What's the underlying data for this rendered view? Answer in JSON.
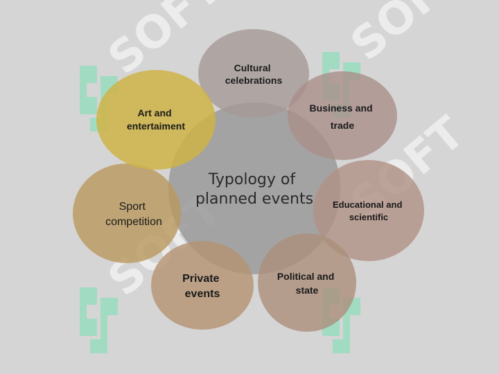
{
  "center": {
    "lines": [
      "Typology of",
      "planned events"
    ],
    "color": "#9a9a9a"
  },
  "nodes": [
    {
      "id": "cultural",
      "lines": [
        "Cultural",
        "celebrations"
      ],
      "color": "#a59a97"
    },
    {
      "id": "business",
      "lines": [
        "Business and",
        "trade"
      ],
      "color": "#a98f89"
    },
    {
      "id": "educational",
      "lines": [
        "Educational and",
        "scientific"
      ],
      "color": "#b09184"
    },
    {
      "id": "political",
      "lines": [
        "Political and",
        "state"
      ],
      "color": "#ab8e7b"
    },
    {
      "id": "private",
      "lines": [
        "Private",
        "events"
      ],
      "color": "#b49272"
    },
    {
      "id": "sport",
      "lines": [
        "Sport",
        "competition"
      ],
      "color": "#b9995d"
    },
    {
      "id": "art",
      "lines": [
        "Art and",
        "entertaiment"
      ],
      "color": "#cfb347"
    }
  ],
  "watermark": {
    "text": "SOFT",
    "color": "#7fe0b4"
  }
}
